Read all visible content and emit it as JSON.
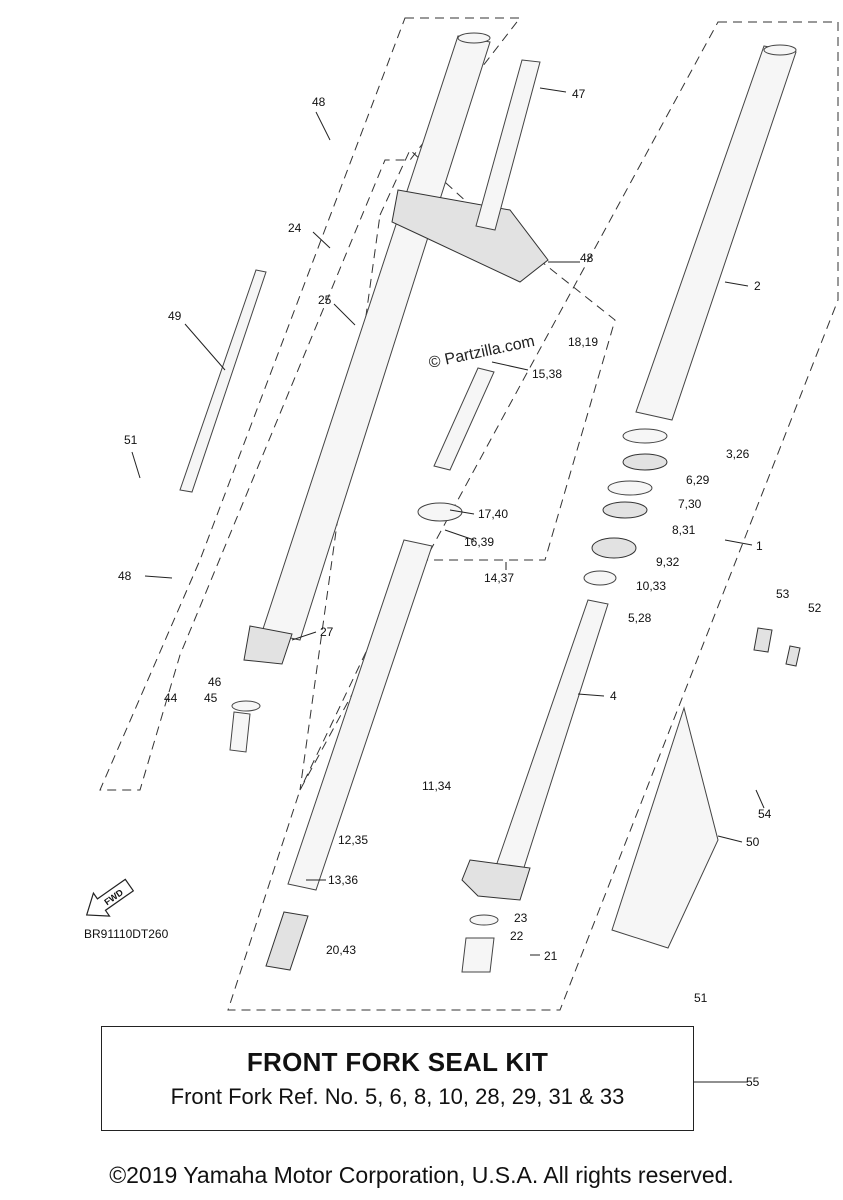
{
  "labels": {
    "p48a": "48",
    "p47": "47",
    "p24": "24",
    "p48b": "48",
    "p2": "2",
    "p25": "25",
    "p49": "49",
    "p18_19": "18,19",
    "p15_38": "15,38",
    "p3_26": "3,26",
    "p6_29": "6,29",
    "p51a": "51",
    "p7_30": "7,30",
    "p17_40": "17,40",
    "p8_31": "8,31",
    "p1": "1",
    "p16_39": "16,39",
    "p9_32": "9,32",
    "p14_37": "14,37",
    "p48c": "48",
    "p10_33": "10,33",
    "p53": "53",
    "p52": "52",
    "p5_28": "5,28",
    "p27": "27",
    "p46": "46",
    "p45": "45",
    "p44": "44",
    "p4": "4",
    "p54": "54",
    "p11_34": "11,34",
    "p12_35": "12,35",
    "p50": "50",
    "p13_36": "13,36",
    "p23": "23",
    "p22": "22",
    "p21": "21",
    "p20_43": "20,43",
    "p51b": "51",
    "p55": "55"
  },
  "watermark": "© Partzilla.com",
  "fwd_label": "FWD",
  "diagram_code": "BR91110DT260",
  "kit": {
    "title": "FRONT FORK SEAL KIT",
    "subtitle": "Front Fork Ref. No. 5, 6, 8, 10, 28, 29, 31 & 33"
  },
  "copyright": "©2019 Yamaha Motor Corporation, U.S.A. All rights reserved."
}
